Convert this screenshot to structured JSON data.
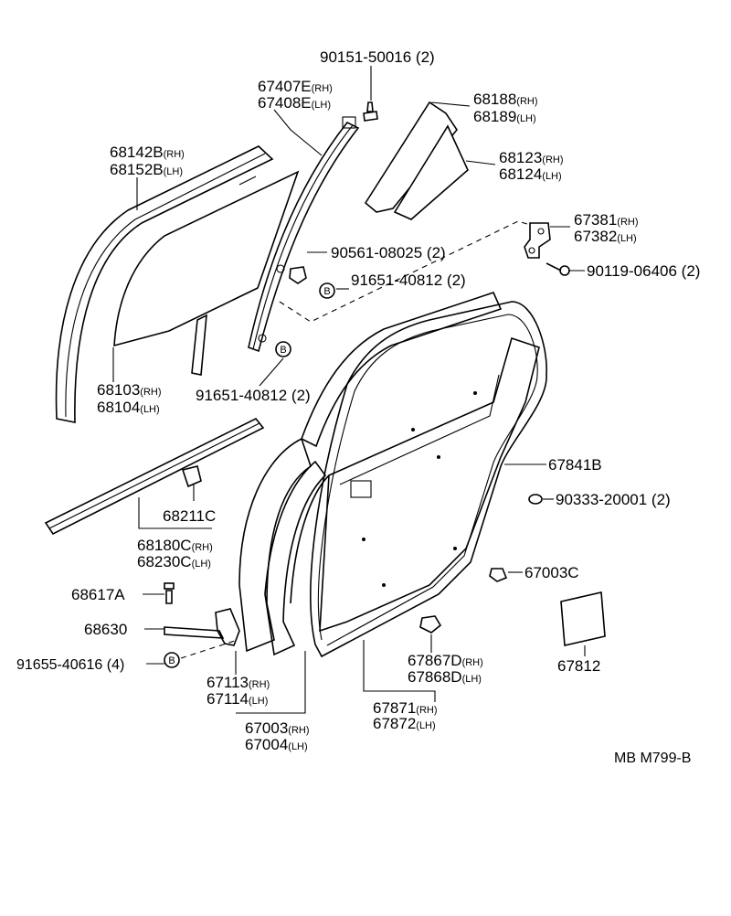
{
  "labels": [
    {
      "id": "l-90151",
      "text": "90151-50016 (2)"
    },
    {
      "id": "l-67407",
      "text": "67407E",
      "suffix": "(RH)"
    },
    {
      "id": "l-67408",
      "text": "67408E",
      "suffix": "(LH)"
    },
    {
      "id": "l-68188",
      "text": "68188",
      "suffix": "(RH)"
    },
    {
      "id": "l-68189",
      "text": "68189",
      "suffix": "(LH)"
    },
    {
      "id": "l-68142",
      "text": "68142B",
      "suffix": "(RH)"
    },
    {
      "id": "l-68152",
      "text": "68152B",
      "suffix": "(LH)"
    },
    {
      "id": "l-68123",
      "text": "68123",
      "suffix": "(RH)"
    },
    {
      "id": "l-68124",
      "text": "68124",
      "suffix": "(LH)"
    },
    {
      "id": "l-67381",
      "text": "67381",
      "suffix": "(RH)"
    },
    {
      "id": "l-67382",
      "text": "67382",
      "suffix": "(LH)"
    },
    {
      "id": "l-90561",
      "text": "90561-08025 (2)"
    },
    {
      "id": "l-90119",
      "text": "90119-06406 (2)"
    },
    {
      "id": "l-91651a",
      "text": "91651-40812 (2)"
    },
    {
      "id": "l-68103",
      "text": "68103",
      "suffix": "(RH)"
    },
    {
      "id": "l-68104",
      "text": "68104",
      "suffix": "(LH)"
    },
    {
      "id": "l-91651b",
      "text": "91651-40812 (2)"
    },
    {
      "id": "l-67841",
      "text": "67841B"
    },
    {
      "id": "l-68211",
      "text": "68211C"
    },
    {
      "id": "l-90333",
      "text": "90333-20001 (2)"
    },
    {
      "id": "l-68180",
      "text": "68180C",
      "suffix": "(RH)"
    },
    {
      "id": "l-68230",
      "text": "68230C",
      "suffix": "(LH)"
    },
    {
      "id": "l-68617",
      "text": "68617A"
    },
    {
      "id": "l-67003c",
      "text": "67003C"
    },
    {
      "id": "l-68630",
      "text": "68630"
    },
    {
      "id": "l-91655",
      "text": "91655-40616 (4)"
    },
    {
      "id": "l-67867",
      "text": "67867D",
      "suffix": "(RH)"
    },
    {
      "id": "l-67868",
      "text": "67868D",
      "suffix": "(LH)"
    },
    {
      "id": "l-67812",
      "text": "67812"
    },
    {
      "id": "l-67113",
      "text": "67113",
      "suffix": "(RH)"
    },
    {
      "id": "l-67114",
      "text": "67114",
      "suffix": "(LH)"
    },
    {
      "id": "l-67871",
      "text": "67871",
      "suffix": "(RH)"
    },
    {
      "id": "l-67872",
      "text": "67872",
      "suffix": "(LH)"
    },
    {
      "id": "l-67003",
      "text": "67003",
      "suffix": "(RH)"
    },
    {
      "id": "l-67004",
      "text": "67004",
      "suffix": "(LH)"
    }
  ],
  "bolt_marker": "B",
  "reference_code": "MB M799-B"
}
